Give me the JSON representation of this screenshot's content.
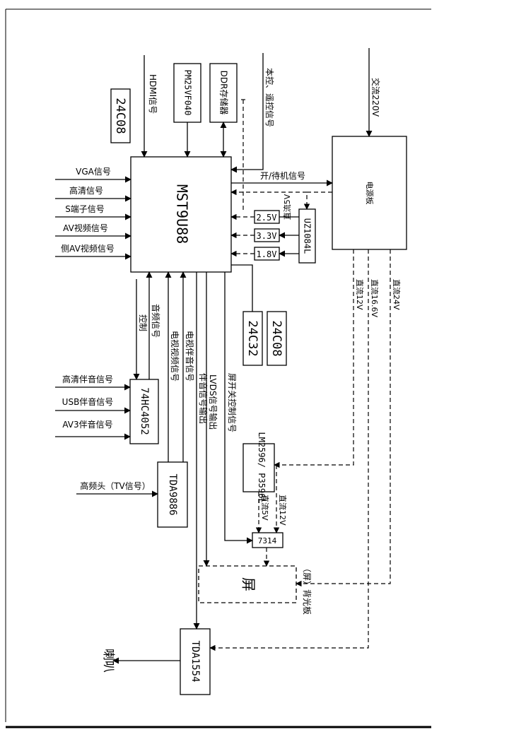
{
  "chips": {
    "main": "MST9U88",
    "hdmi_eeprom": "24C08",
    "flash": "PM25VF040",
    "ddr": "DDR存储器",
    "power_board": "电源板",
    "regulator": "UZ1084L",
    "eeprom_a": "24C32",
    "eeprom_b": "24C08",
    "mux": "74HC4052",
    "tuner_if": "TDA9886",
    "dcdc": "LM2596/ P3596L",
    "tcon": "7314",
    "screen": "屏",
    "amp": "TDA1554"
  },
  "voltages": {
    "v25": "2.5V",
    "v33": "3.3V",
    "v18": "1.8V"
  },
  "signals": {
    "hdmi": "HDMI信号",
    "keys": "本控、遥控信号",
    "ac": "交流220V",
    "vga": "VGA信号",
    "hd": "高清信号",
    "s_video": "S端子信号",
    "av": "AV视频信号",
    "side_av": "侧AV视频信号",
    "standby": "开/待机信号",
    "dc5": "直流5V",
    "dc12_a": "直流12V",
    "dc16": "直流16.6V",
    "dc24": "直流24V",
    "control": "控制",
    "audio": "音频信号",
    "tv_video": "电视视频信号",
    "tv_audio": "电视伴音信号",
    "lvds": "LVDS信号输出",
    "audio_out": "伴音信号输出",
    "screen_ctrl": "屏开关控制信号",
    "hd_audio": "高清伴音信号",
    "usb_audio": "USB伴音信号",
    "av3_audio": "AV3伴音信号",
    "tuner": "高频头（TV信号）",
    "dc5_b": "直流5V",
    "dc12_b": "直流12V",
    "backlight": "（屏）背光板",
    "speaker": "喇叭"
  }
}
